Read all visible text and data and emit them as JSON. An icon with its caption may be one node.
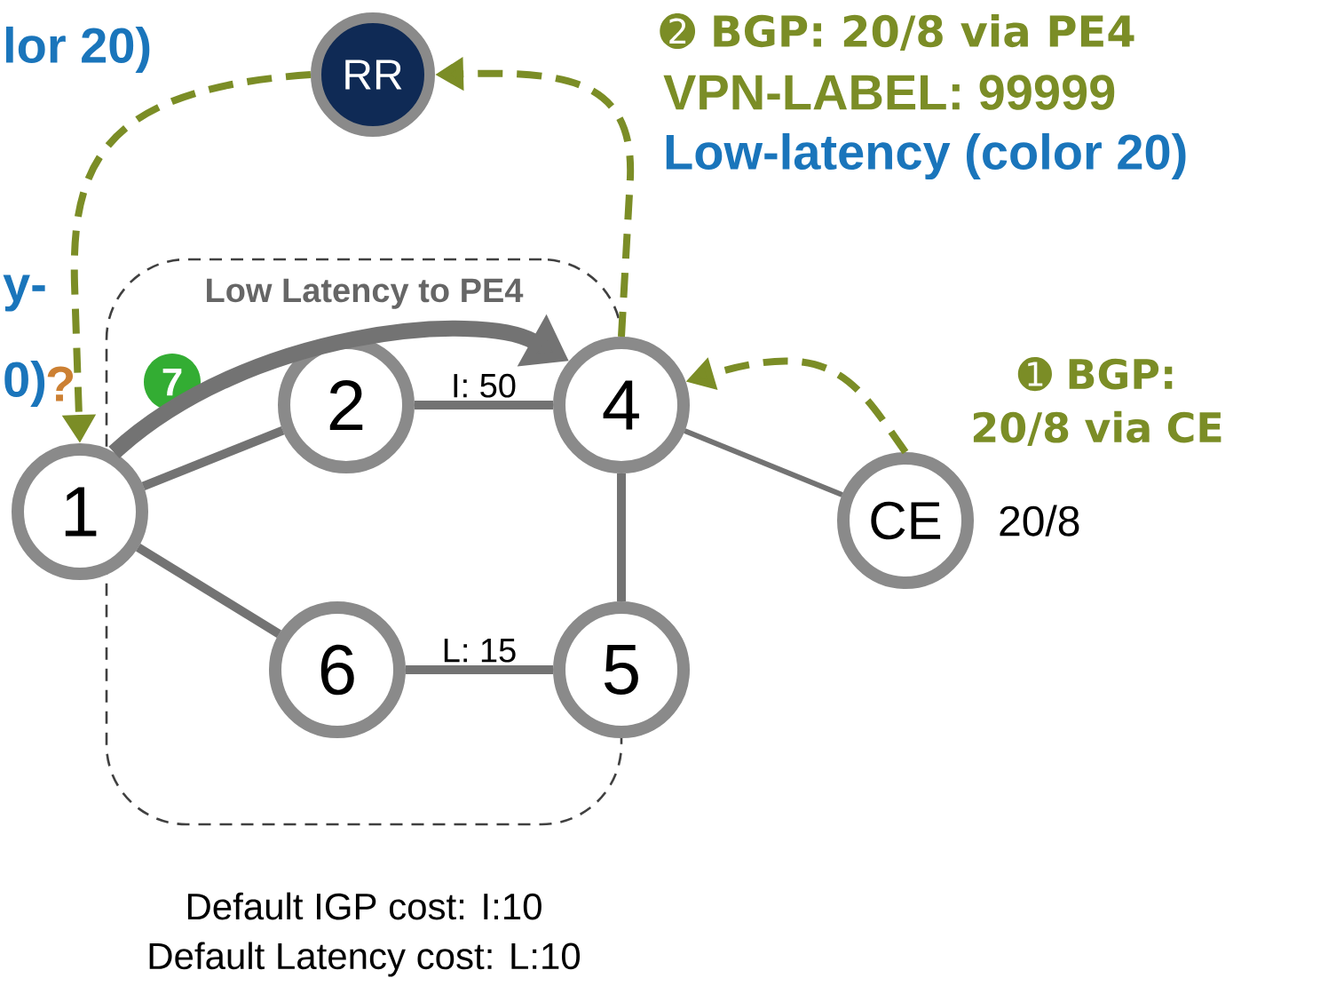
{
  "diagram": {
    "nodes": [
      {
        "text": [
          "RR"
        ]
      },
      {
        "text": [
          "Low Latency to PE4"
        ]
      },
      {
        "text": [
          "1"
        ]
      },
      {
        "text": [
          "2"
        ],
        "in": 1
      },
      {
        "text": [
          "4"
        ]
      },
      {
        "text": [
          "6"
        ],
        "in": 1
      },
      {
        "text": [
          "5"
        ]
      },
      {
        "text": [
          "CE"
        ],
        "beside": [
          "20/8"
        ]
      },
      {
        "text": [
          "7"
        ],
        "in": 1
      }
    ],
    "edges": [
      {
        "from": 2,
        "to": 3,
        "arrow": "none"
      },
      {
        "from": 3,
        "to": 4,
        "arrow": "none",
        "label": "I: 50"
      },
      {
        "from": 2,
        "to": 5,
        "arrow": "none"
      },
      {
        "from": 5,
        "to": 6,
        "arrow": "none",
        "label": "L: 15"
      },
      {
        "from": 4,
        "to": 6,
        "arrow": "none"
      },
      {
        "from": 4,
        "to": 7,
        "arrow": "none"
      },
      {
        "from": 2,
        "to": 4,
        "arrow": "to",
        "style": "thick"
      },
      {
        "from": 7,
        "to": 4,
        "arrow": "to",
        "style": "dashed",
        "color": "#7b8d26"
      },
      {
        "from": 4,
        "to": 0,
        "arrow": "to",
        "style": "dashed",
        "color": "#7b8d26"
      },
      {
        "from": 0,
        "to": 2,
        "arrow": "to",
        "style": "dashed",
        "color": "#7b8d26"
      }
    ],
    "labels": [
      "lor 20)",
      "➋ BGP: 20/8 via PE4",
      "VPN-LABEL: 99999",
      "Low-latency (color 20)",
      "y-",
      "0)",
      "?",
      "➊ BGP: 20/8 via CE",
      "Default IGP cost: I:10",
      "Default Latency cost: L:10"
    ]
  }
}
